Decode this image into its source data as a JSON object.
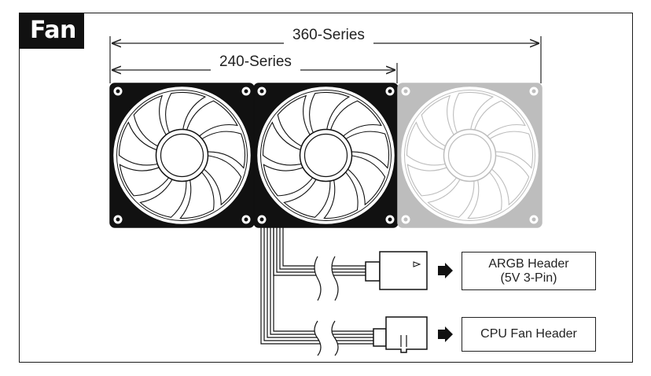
{
  "figure": {
    "title": "Fan",
    "dimensions": {
      "series_360": "360-Series",
      "series_240": "240-Series"
    },
    "connections": [
      {
        "line1": "ARGB Header",
        "line2": "(5V 3-Pin)"
      },
      {
        "line1": "CPU Fan Header",
        "line2": ""
      }
    ],
    "colors": {
      "active_fan": "#111111",
      "faded_fan": "#bdbdbd",
      "title_bg": "#111111"
    },
    "fans": [
      {
        "name": "fan-1",
        "state": "active"
      },
      {
        "name": "fan-2",
        "state": "active"
      },
      {
        "name": "fan-3",
        "state": "faded"
      }
    ]
  }
}
